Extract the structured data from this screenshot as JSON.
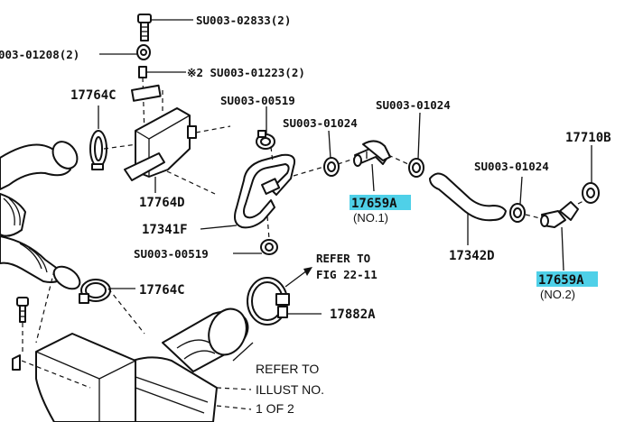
{
  "highlight_color": "#4fd0e8",
  "labels": {
    "bolt_top": "SU003-02833(2)",
    "grommet": "003-01208(2)",
    "insert": "※2 SU003-01223(2)",
    "bracket_clamp": "17764C",
    "clip_upper": "SU003-00519",
    "clip_lower": "SU003-00519",
    "clamp_a": "SU003-01024",
    "clamp_b": "SU003-01024",
    "clamp_c": "SU003-01024",
    "valve": "17764D",
    "hose_1": "17341F",
    "pcv_no1": "17659A",
    "pcv_no1_sub": "(NO.1)",
    "pcv_no2": "17659A",
    "pcv_no2_sub": "(NO.2)",
    "hose_2": "17342D",
    "cap": "17710B",
    "clamp_lower": "17764C",
    "clamp_large": "17882A",
    "refer_fig_1": "REFER TO",
    "refer_fig_2": "FIG 22-11",
    "refer_illust_1": "REFER TO",
    "refer_illust_2": "ILLUST NO.",
    "refer_illust_3": "1 OF 2"
  }
}
